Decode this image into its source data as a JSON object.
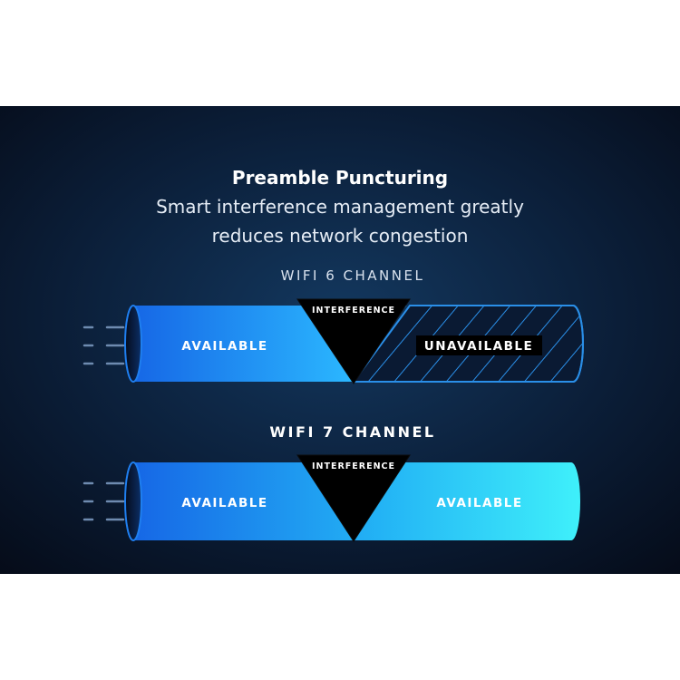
{
  "title": "Preamble Puncturing",
  "subtitle_line1": "Smart interference management greatly",
  "subtitle_line2": "reduces network congestion",
  "wifi6": {
    "heading": "WIFI 6 CHANNEL",
    "interference_label": "INTERFERENCE",
    "left_label": "AVAILABLE",
    "right_label": "UNAVAILABLE"
  },
  "wifi7": {
    "heading": "WIFI 7 CHANNEL",
    "interference_label": "INTERFERENCE",
    "left_label": "AVAILABLE",
    "right_label": "AVAILABLE"
  },
  "colors": {
    "background_top": "#0a1428",
    "background_glow": "#12365c",
    "tube_blue": "#1a7cf0",
    "tube_cyan": "#37e6f8",
    "interference": "#000000",
    "text": "#ffffff"
  }
}
